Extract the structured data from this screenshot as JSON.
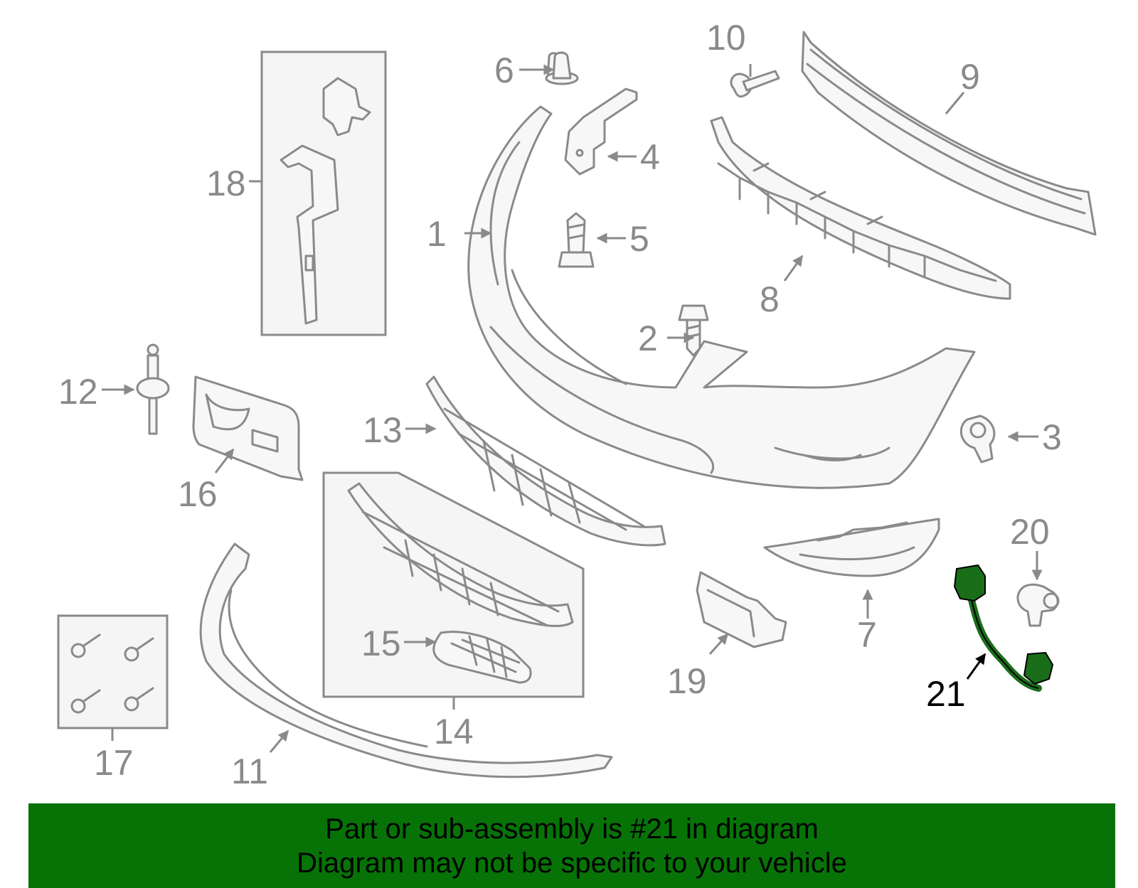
{
  "diagram": {
    "highlight_color": "#1a6e1a",
    "banner_color": "#077307",
    "callouts": [
      {
        "id": "1",
        "text": "1"
      },
      {
        "id": "2",
        "text": "2"
      },
      {
        "id": "3",
        "text": "3"
      },
      {
        "id": "4",
        "text": "4"
      },
      {
        "id": "5",
        "text": "5"
      },
      {
        "id": "6",
        "text": "6"
      },
      {
        "id": "7",
        "text": "7"
      },
      {
        "id": "8",
        "text": "8"
      },
      {
        "id": "9",
        "text": "9"
      },
      {
        "id": "10",
        "text": "10"
      },
      {
        "id": "11",
        "text": "11"
      },
      {
        "id": "12",
        "text": "12"
      },
      {
        "id": "13",
        "text": "13"
      },
      {
        "id": "14",
        "text": "14"
      },
      {
        "id": "15",
        "text": "15"
      },
      {
        "id": "16",
        "text": "16"
      },
      {
        "id": "17",
        "text": "17"
      },
      {
        "id": "18",
        "text": "18"
      },
      {
        "id": "19",
        "text": "19"
      },
      {
        "id": "20",
        "text": "20"
      },
      {
        "id": "21",
        "text": "21"
      }
    ],
    "highlighted_part": "21"
  },
  "banner": {
    "line1": "Part or sub-assembly is #21 in diagram",
    "line2": "Diagram may not be specific to your vehicle"
  }
}
